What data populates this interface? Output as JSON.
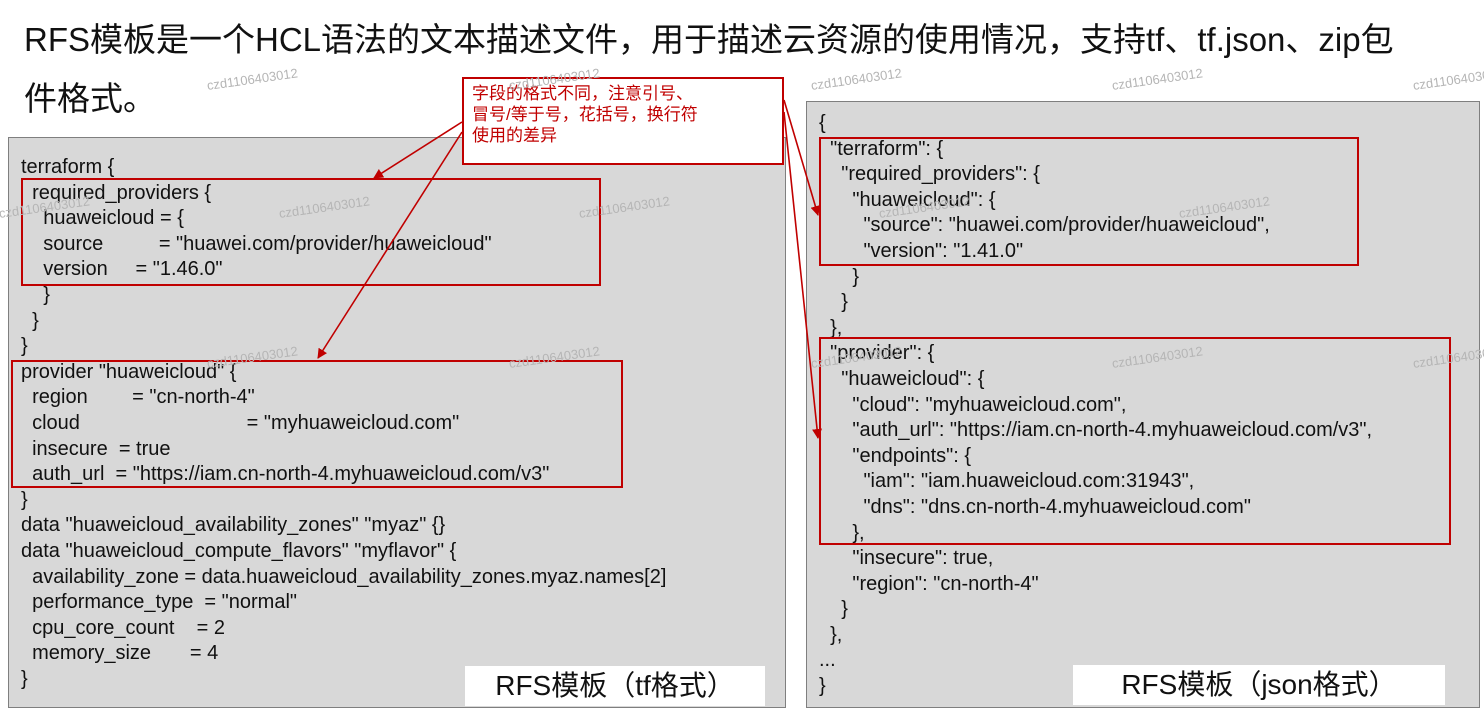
{
  "heading": {
    "line1": "RFS模板是一个HCL语法的文本描述文件，用于描述云资源的使用情况，支持tf、tf.json、zip包",
    "line2": "件格式。"
  },
  "watermark": "czd1106403012",
  "callout": {
    "lines": [
      "字段的格式不同，注意引号、",
      "冒号/等于号，花括号，换行符",
      "使用的差异"
    ]
  },
  "tf_template": {
    "label": "RFS模板（tf格式）",
    "code": "terraform {\n  required_providers {\n    huaweicloud = {\n    source          = \"huawei.com/provider/huaweicloud\"\n    version     = \"1.46.0\"\n    }\n  }\n}\nprovider \"huaweicloud\" {\n  region        = \"cn-north-4\"\n  cloud                              = \"myhuaweicloud.com\"\n  insecure  = true\n  auth_url  = \"https://iam.cn-north-4.myhuaweicloud.com/v3\"\n}\ndata \"huaweicloud_availability_zones\" \"myaz\" {}\ndata \"huaweicloud_compute_flavors\" \"myflavor\" {\n  availability_zone = data.huaweicloud_availability_zones.myaz.names[2]\n  performance_type  = \"normal\"\n  cpu_core_count    = 2\n  memory_size       = 4\n}"
  },
  "json_template": {
    "label": "RFS模板（json格式）",
    "code": "{\n  \"terraform\": {\n    \"required_providers\": {\n      \"huaweicloud\": {\n        \"source\": \"huawei.com/provider/huaweicloud\",\n        \"version\": \"1.41.0\"\n      }\n    }\n  },\n  \"provider\": {\n    \"huaweicloud\": {\n      \"cloud\": \"myhuaweicloud.com\",\n      \"auth_url\": \"https://iam.cn-north-4.myhuaweicloud.com/v3\",\n      \"endpoints\": {\n        \"iam\": \"iam.huaweicloud.com:31943\",\n        \"dns\": \"dns.cn-north-4.myhuaweicloud.com\"\n      },\n      \"insecure\": true,\n      \"region\": \"cn-north-4\"\n    }\n  },\n...\n}"
  },
  "colors": {
    "accent": "#c00000",
    "panel_bg": "#d8d8d8",
    "watermark": "#b5b5b5"
  }
}
